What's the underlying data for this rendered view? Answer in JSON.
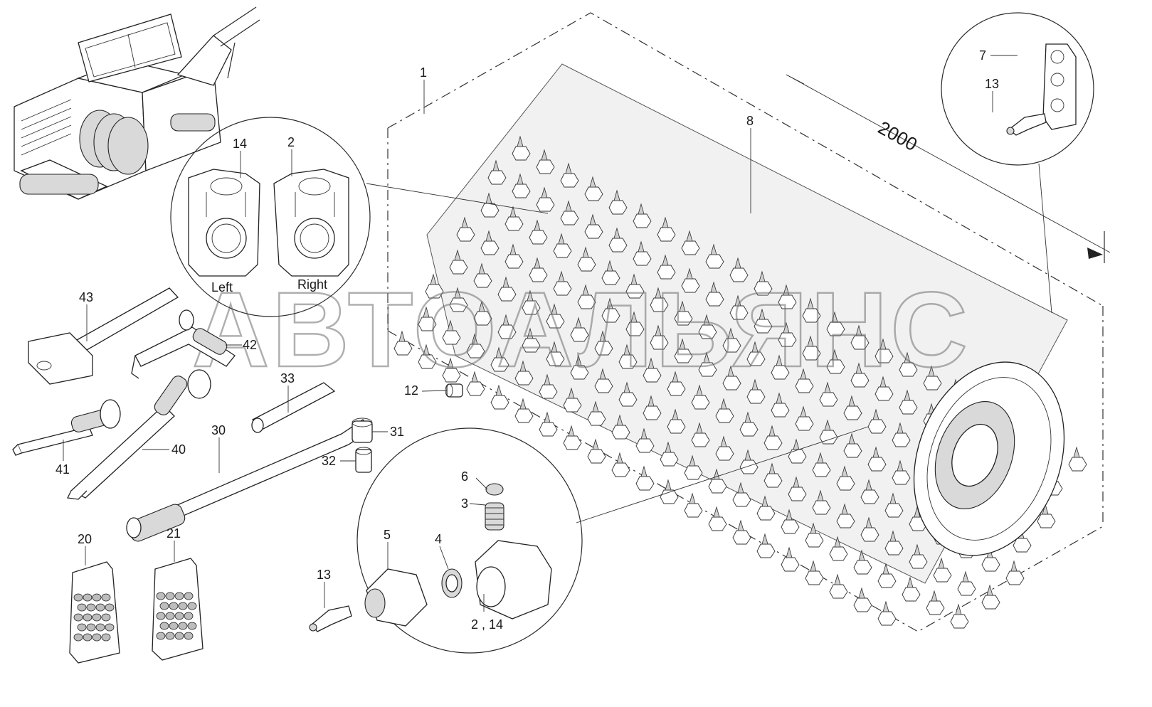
{
  "diagram": {
    "dimension_label": "2000",
    "side_labels": {
      "left": "Left",
      "right": "Right"
    },
    "watermark": "АВТОАЛЬЯНС",
    "callouts": [
      {
        "id": "c1",
        "label": "1"
      },
      {
        "id": "c2",
        "label": "2"
      },
      {
        "id": "c14",
        "label": "14"
      },
      {
        "id": "c8",
        "label": "8"
      },
      {
        "id": "c7",
        "label": "7"
      },
      {
        "id": "c13a",
        "label": "13"
      },
      {
        "id": "c43",
        "label": "43"
      },
      {
        "id": "c42",
        "label": "42"
      },
      {
        "id": "c33",
        "label": "33"
      },
      {
        "id": "c30",
        "label": "30"
      },
      {
        "id": "c12",
        "label": "12"
      },
      {
        "id": "c31",
        "label": "31"
      },
      {
        "id": "c32",
        "label": "32"
      },
      {
        "id": "c40",
        "label": "40"
      },
      {
        "id": "c41",
        "label": "41"
      },
      {
        "id": "c20",
        "label": "20"
      },
      {
        "id": "c21",
        "label": "21"
      },
      {
        "id": "c6",
        "label": "6"
      },
      {
        "id": "c3",
        "label": "3"
      },
      {
        "id": "c5",
        "label": "5"
      },
      {
        "id": "c4",
        "label": "4"
      },
      {
        "id": "c13b",
        "label": "13"
      },
      {
        "id": "c214",
        "label": "2 , 14"
      }
    ]
  }
}
